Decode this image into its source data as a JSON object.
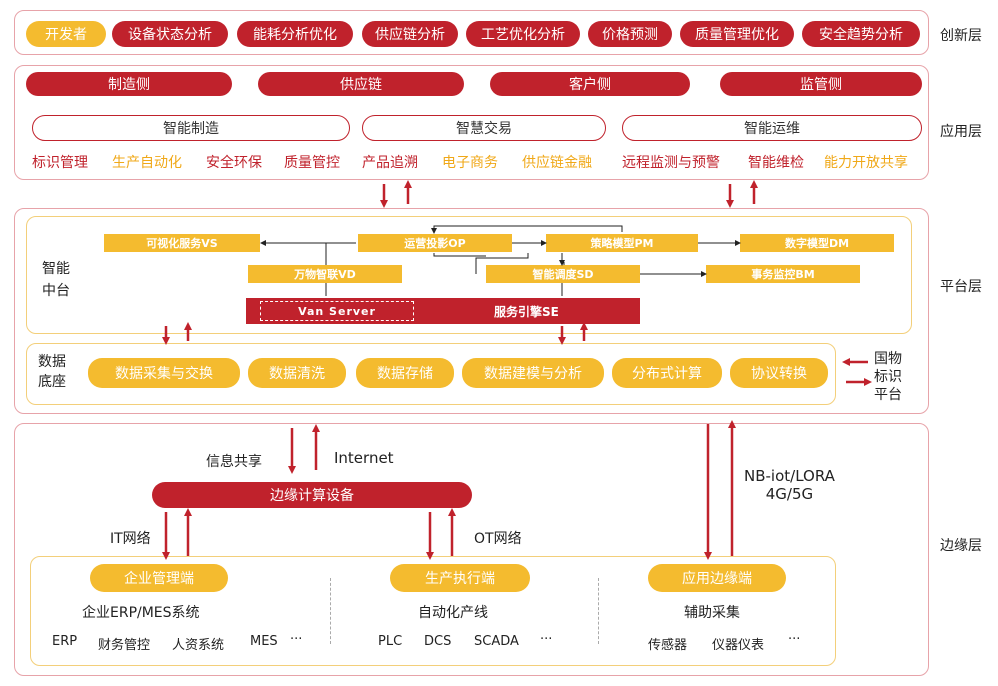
{
  "layers": {
    "innovation": "创新层",
    "application": "应用层",
    "platform": "平台层",
    "edge": "边缘层"
  },
  "innovation": {
    "developer": "开发者",
    "items": [
      "设备状态分析",
      "能耗分析优化",
      "供应链分析",
      "工艺优化分析",
      "价格预测",
      "质量管理优化",
      "安全趋势分析"
    ]
  },
  "application": {
    "sides": [
      "制造侧",
      "供应链",
      "客户侧",
      "监管侧"
    ],
    "groups": [
      "智能制造",
      "智慧交易",
      "智能运维"
    ],
    "items": [
      {
        "label": "标识管理",
        "color": "#c0222c"
      },
      {
        "label": "生产自动化",
        "color": "#f0a818"
      },
      {
        "label": "安全环保",
        "color": "#c0222c"
      },
      {
        "label": "质量管控",
        "color": "#c0222c"
      },
      {
        "label": "产品追溯",
        "color": "#c0222c"
      },
      {
        "label": "电子商务",
        "color": "#f0a818"
      },
      {
        "label": "供应链金融",
        "color": "#f0a818"
      },
      {
        "label": "远程监测与预警",
        "color": "#c0222c"
      },
      {
        "label": "智能维检",
        "color": "#c0222c"
      },
      {
        "label": "能力开放共享",
        "color": "#f0a818"
      }
    ]
  },
  "platform": {
    "middle_label": "智能\n中台",
    "modules": {
      "vs": "可视化服务VS",
      "op": "运营投影OP",
      "pm": "策略模型PM",
      "dm": "数字模型DM",
      "vd": "万物智联VD",
      "sd": "智能调度SD",
      "bm": "事务监控BM"
    },
    "engine": "服务引擎SE",
    "van_server": "Van Server",
    "base_label": "数据\n底座",
    "base_items": [
      "数据采集与交换",
      "数据清洗",
      "数据存储",
      "数据建模与分析",
      "分布式计算",
      "协议转换"
    ],
    "national_id": "国物\n标识\n平台"
  },
  "edge": {
    "info_share": "信息共享",
    "internet": "Internet",
    "device": "边缘计算设备",
    "it_network": "IT网络",
    "ot_network": "OT网络",
    "nb_iot": "NB-iot/LORA\n4G/5G",
    "columns": [
      {
        "badge": "企业管理端",
        "title": "企业ERP/MES系统",
        "items": [
          "ERP",
          "财务管控",
          "人资系统",
          "MES",
          "···"
        ]
      },
      {
        "badge": "生产执行端",
        "title": "自动化产线",
        "items": [
          "PLC",
          "DCS",
          "SCADA",
          "···"
        ]
      },
      {
        "badge": "应用边缘端",
        "title": "辅助采集",
        "items": [
          "传感器",
          "仪器仪表",
          "···"
        ]
      }
    ]
  },
  "colors": {
    "red": "#c0222c",
    "yellow": "#f4bb2f",
    "border_pink": "#e7a3a9",
    "border_yellow": "#f3cf7a"
  }
}
